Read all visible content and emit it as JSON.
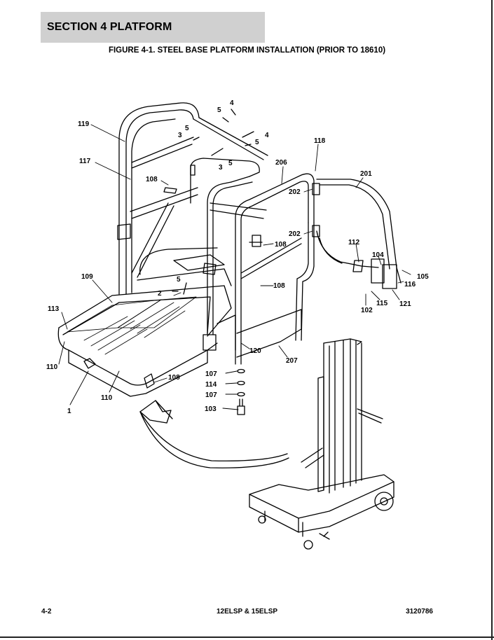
{
  "header": {
    "section": "SECTION 4   PLATFORM"
  },
  "figure": {
    "title": "FIGURE 4-1. STEEL BASE PLATFORM INSTALLATION (PRIOR TO 18610)"
  },
  "callouts": [
    "4",
    "5",
    "5",
    "3",
    "4",
    "5",
    "3",
    "5",
    "119",
    "117",
    "108",
    "118",
    "206",
    "201",
    "202",
    "202",
    "108",
    "112",
    "104",
    "105",
    "116",
    "121",
    "115",
    "102",
    "109",
    "5",
    "2",
    "108",
    "113",
    "110",
    "120",
    "207",
    "108",
    "107",
    "114",
    "107",
    "103",
    "1",
    "110"
  ],
  "footer": {
    "page": "4-2",
    "model": "12ELSP & 15ELSP",
    "doc_number": "3120786"
  }
}
